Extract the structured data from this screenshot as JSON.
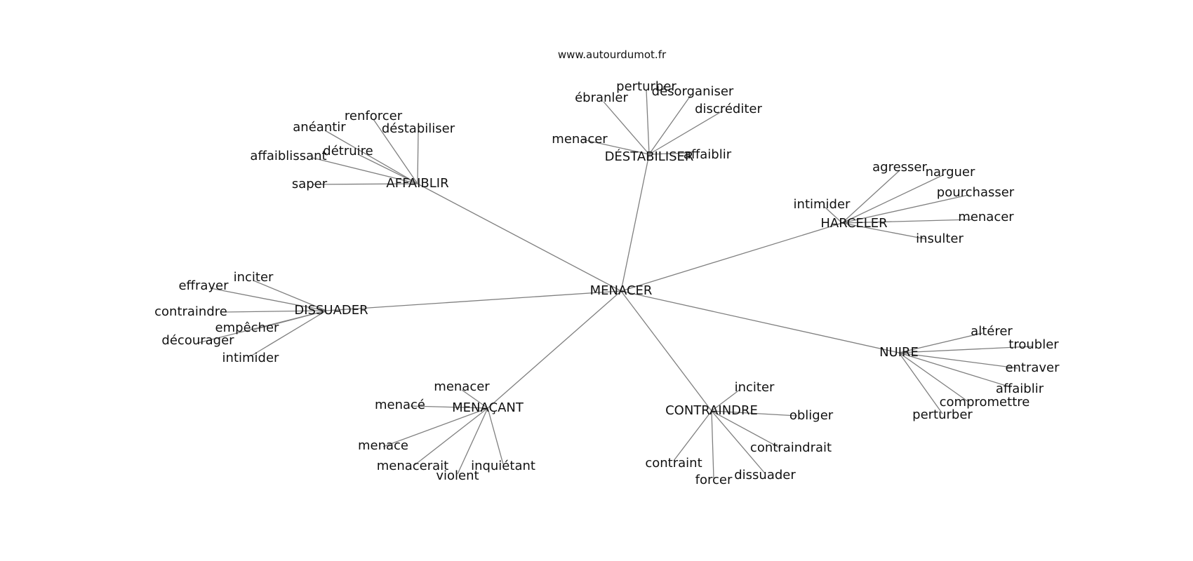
{
  "watermark": "www.autourdumot.fr",
  "diagram": {
    "center": "MENACER",
    "clusters": [
      {
        "name": "DÉSTABILISER",
        "words": [
          "ébranler",
          "perturber",
          "désorganiser",
          "discréditer",
          "menacer",
          "affaiblir"
        ]
      },
      {
        "name": "AFFAIBLIR",
        "words": [
          "renforcer",
          "anéantir",
          "déstabiliser",
          "affaiblissant",
          "détruire",
          "saper"
        ]
      },
      {
        "name": "HARCELER",
        "words": [
          "agresser",
          "narguer",
          "pourchasser",
          "menacer",
          "intimider",
          "insulter"
        ]
      },
      {
        "name": "DISSUADER",
        "words": [
          "inciter",
          "effrayer",
          "contraindre",
          "empêcher",
          "décourager",
          "intimider"
        ]
      },
      {
        "name": "NUIRE",
        "words": [
          "altérer",
          "troubler",
          "entraver",
          "affaiblir",
          "compromettre",
          "perturber"
        ]
      },
      {
        "name": "MENAÇANT",
        "words": [
          "menacer",
          "menacé",
          "menace",
          "menacerait",
          "violent",
          "inquiétant"
        ]
      },
      {
        "name": "CONTRAINDRE",
        "words": [
          "inciter",
          "obliger",
          "contraindrait",
          "contraint",
          "forcer",
          "dissuader"
        ]
      }
    ]
  }
}
